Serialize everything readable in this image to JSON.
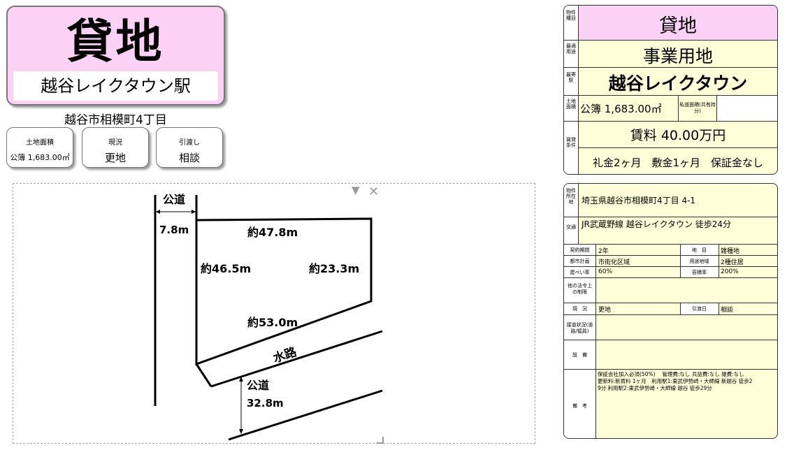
{
  "header": {
    "title": "貸地",
    "station": "越谷レイクタウン駅",
    "address": "越谷市相模町4丁目",
    "boxes": [
      {
        "label": "土地面積",
        "value": "公簿 1,683.00㎡"
      },
      {
        "label": "現況",
        "value": "更地"
      },
      {
        "label": "引渡し",
        "value": "相談"
      }
    ]
  },
  "map": {
    "road_top_label": "公道",
    "road_top_width": "7.8m",
    "edge_top": "約47.8m",
    "edge_left": "約46.5m",
    "edge_right": "約23.3m",
    "edge_bottom": "約53.0m",
    "waterway": "水路",
    "road_bottom_label": "公道",
    "road_bottom_width": "32.8m",
    "controls": {
      "dropdown": "▼",
      "close": "✕"
    }
  },
  "summary": {
    "type_label": "物件種目",
    "type": "貸地",
    "use_label": "最適用途",
    "use": "事業用地",
    "station_label": "最寄駅",
    "station": "越谷レイクタウン",
    "area_label": "土地面積",
    "area": "公簿 1,683.00㎡",
    "private_road_label": "私道面積(共有持分)",
    "terms_label": "賃貸条件",
    "rent": "賃料 40.00万円",
    "deposits": "礼金2ヶ月　敷金1ヶ月　保証金なし"
  },
  "details": {
    "location_label": "物件所在地",
    "location": "埼玉県越谷市相模町4丁目 4-1",
    "transport_label": "交通",
    "transport": "JR武蔵野線 越谷レイクタウン 徒歩24分",
    "rows": [
      {
        "l1": "契約期間",
        "v1": "2年",
        "l2": "地　目",
        "v2": "雑種地"
      },
      {
        "l1": "都市計画",
        "v1": "市街化区域",
        "l2": "用途地域",
        "v2": "2種住居"
      },
      {
        "l1": "建ぺい率",
        "v1": "60%",
        "l2": "容積率",
        "v2": "200%"
      }
    ],
    "legal_label": "他の法令上の制限",
    "status_label": "現　況",
    "status": "更地",
    "delivery_label": "引渡日",
    "delivery": "相談",
    "road_label": "接道状況(道路/幅員)",
    "facility_label": "設　備",
    "remarks_label": "備　考",
    "remarks": [
      "保証会社加入必須(50%)　 管理費:なし  共益費:なし  雑費:なし",
      "更新料:新賃料 1ヶ月　利用駅1:東武伊勢崎・大師線 新越谷 徒歩2",
      "9分  利用駅2:東武伊勢崎・大師線 越谷 徒歩29分"
    ]
  },
  "colors": {
    "pink": "#fbd2f5",
    "cream": "#fefed8",
    "border": "#333333"
  }
}
